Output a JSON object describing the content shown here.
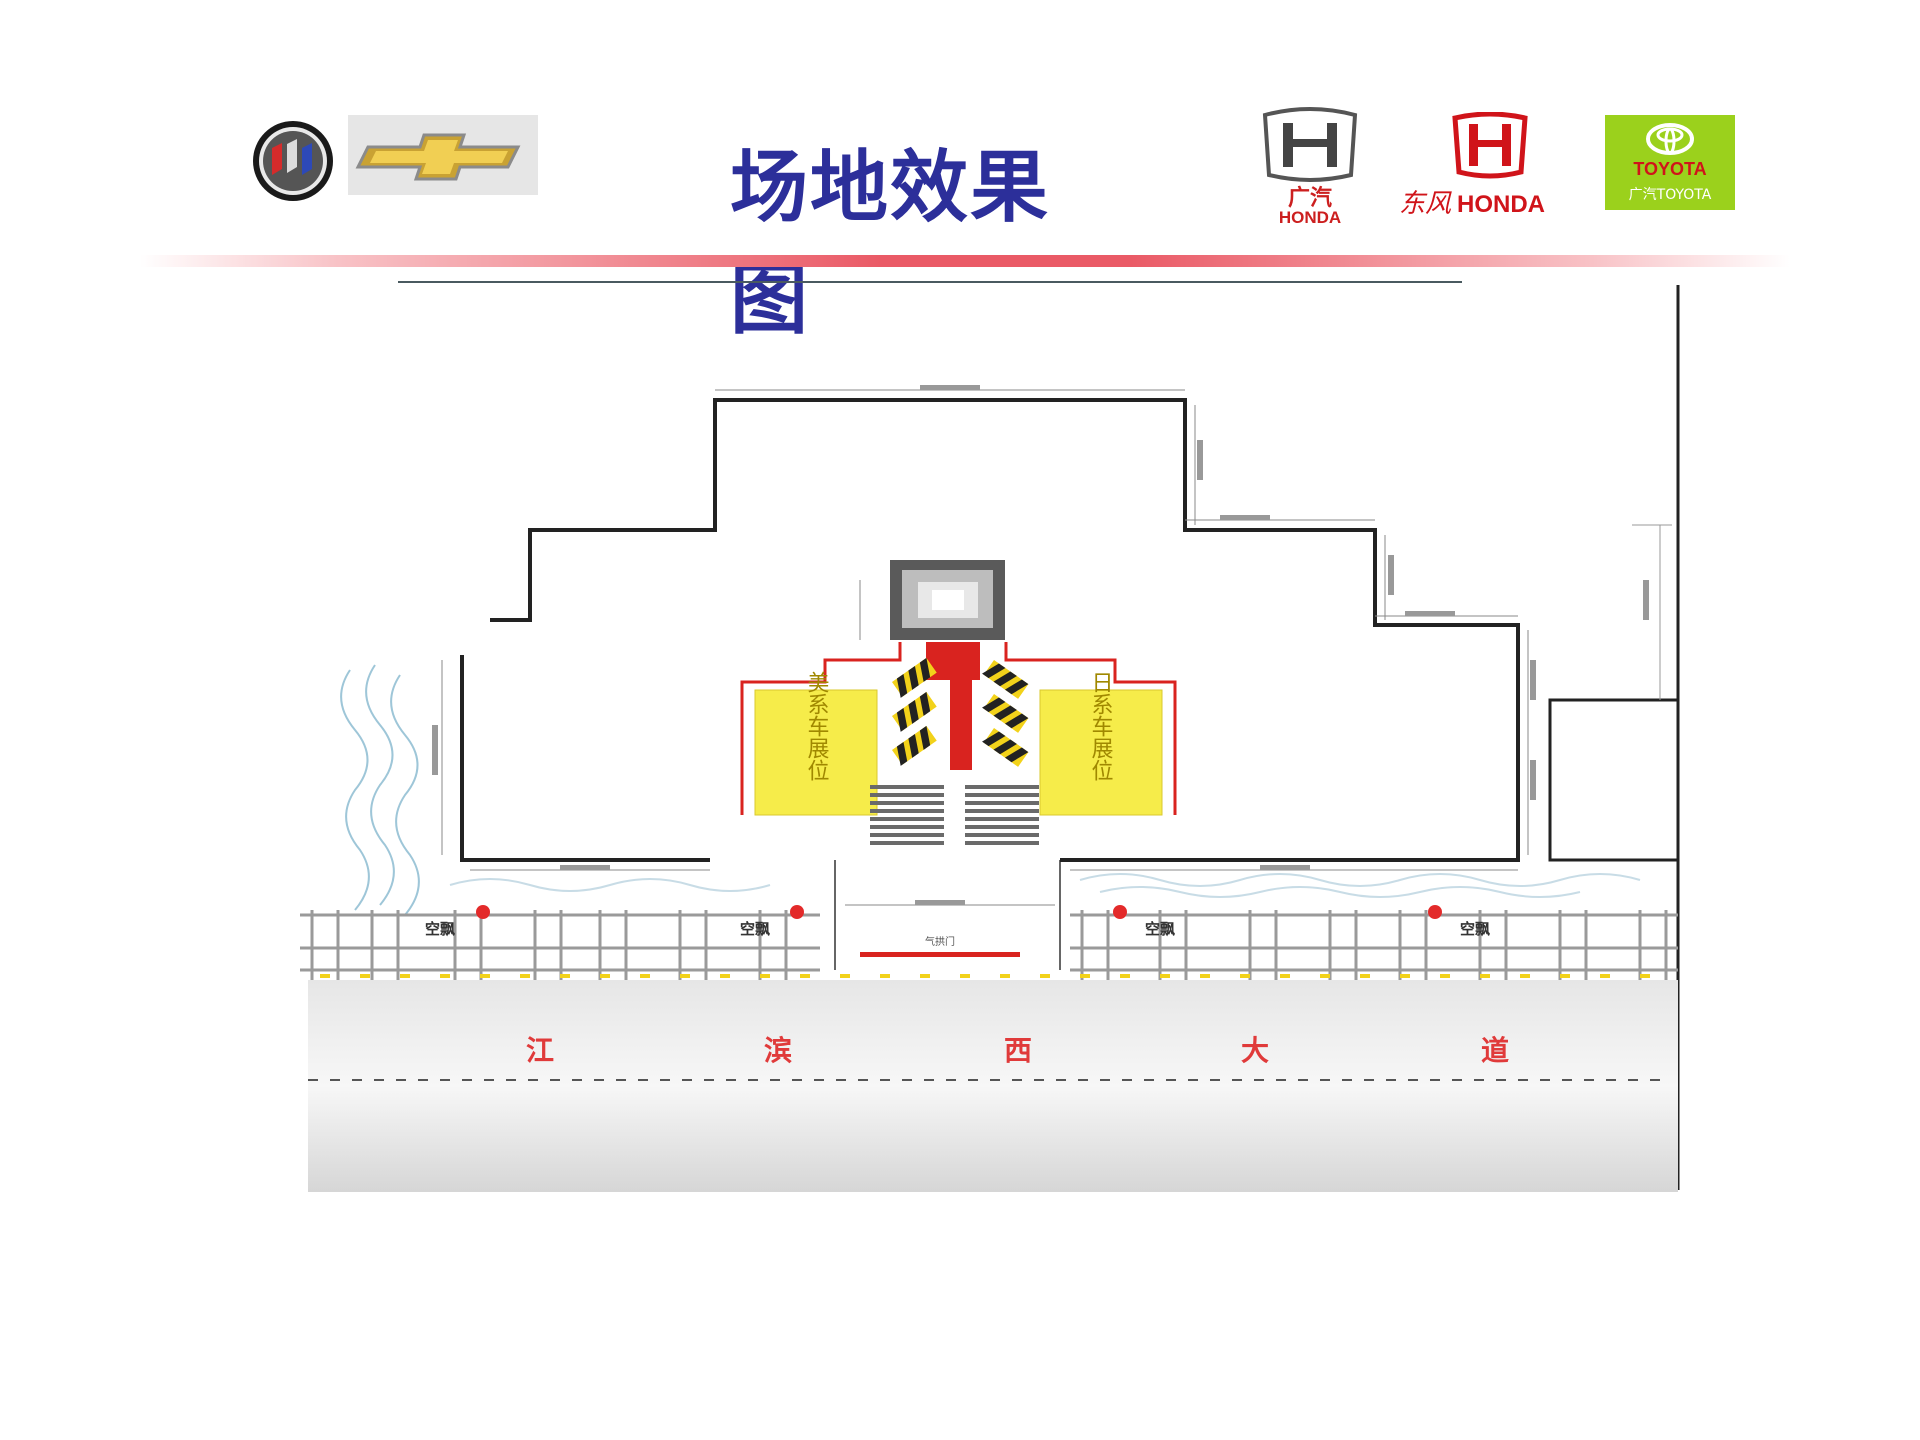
{
  "slide": {
    "title": "场地效果图"
  },
  "logos": {
    "buick": "buick-logo",
    "chevrolet": "chevrolet-logo",
    "gac_honda": {
      "line1": "广汽",
      "line2": "HONDA"
    },
    "dongfeng_honda": {
      "prefix": "东风",
      "brand": "HONDA"
    },
    "gac_toyota": {
      "brand": "TOYOTA",
      "sub": "广汽TOYOTA"
    }
  },
  "diagram": {
    "zones": {
      "american_cars": "美系车展位",
      "japanese_cars": "日系车展位"
    },
    "road_name": [
      "江",
      "滨",
      "西",
      "大",
      "道"
    ],
    "balloon_label": "空飘",
    "arch_label": "气拱门",
    "colors": {
      "wall": "#222222",
      "carpet": "#d9231f",
      "zone_fill": "#f6ec4a",
      "hazard": "#f2d21a",
      "road": "#dcdcdc",
      "road_text": "#e03a3a",
      "balloon": "#e32a2a"
    }
  }
}
